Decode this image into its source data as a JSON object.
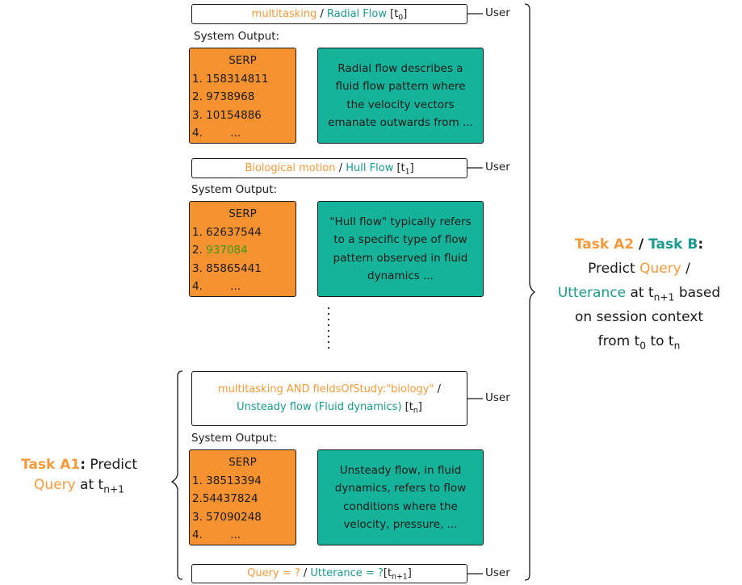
{
  "colors": {
    "orange": "#f6922f",
    "teal": "#14b39a",
    "query_text": "#f59a3a",
    "utterance_text": "#1a9a8c",
    "highlight": "#3a9a1e"
  },
  "turns": [
    {
      "query_left": "multitasking",
      "sep": " / ",
      "query_right": "Radial Flow",
      "time": "[t",
      "time_sub": "0",
      "time_end": "]",
      "user": "User",
      "system_output": "System Output:",
      "serp_title": "SERP",
      "serp_items": [
        "1. 158314811",
        "2. 9738968",
        "3. 10154886",
        "4.        ..."
      ],
      "response": "Radial flow describes a fluid flow pattern where the velocity vectors emanate outwards from ..."
    },
    {
      "query_left": "Biological motion",
      "sep": " / ",
      "query_right": "Hull Flow",
      "time": "[t",
      "time_sub": "1",
      "time_end": "]",
      "user": "User",
      "system_output": "System Output:",
      "serp_title": "SERP",
      "serp_items": [
        "1. 62637544",
        "2. ",
        "3. 85865441",
        "4.        ..."
      ],
      "serp_highlight": "937084",
      "response": "\"Hull flow\" typically refers to a specific type of flow pattern observed in fluid dynamics ..."
    },
    {
      "query_left": "multitasking AND fieldsOfStudy:\"biology\"",
      "sep": " /",
      "query_right": "Unsteady flow (Fluid dynamics)",
      "time": "[t",
      "time_sub": "n",
      "time_end": "]",
      "user": "User",
      "system_output": "System Output:",
      "serp_title": "SERP",
      "serp_items": [
        "1. 38513394",
        "2.54437824",
        "3. 57090248",
        "4.        ..."
      ],
      "response": "Unsteady flow, in fluid dynamics, refers to flow conditions where the velocity, pressure, ..."
    }
  ],
  "final": {
    "query": "Query = ?",
    "sep": " / ",
    "utterance": "Utterance = ?",
    "time": "[t",
    "time_sub": "n+1",
    "time_end": "]",
    "user": "User"
  },
  "task_a1": {
    "label": "Task A1",
    "colon": ":",
    "predict": " Predict",
    "query": "Query",
    "at": " at t",
    "sub": "n+1"
  },
  "task_a2b": {
    "a2": "Task A2",
    "slash": " / ",
    "b": "Task B",
    "colon": ":",
    "line2_a": "Predict ",
    "line2_q": "Query",
    "line2_b": " /",
    "line3_u": "Utterance",
    "line3_a": " at t",
    "line3_sub": "n+1",
    "line3_b": " based",
    "line4": "on session context",
    "line5_a": "from t",
    "line5_sub0": "0",
    "line5_b": " to t",
    "line5_subn": "n"
  }
}
